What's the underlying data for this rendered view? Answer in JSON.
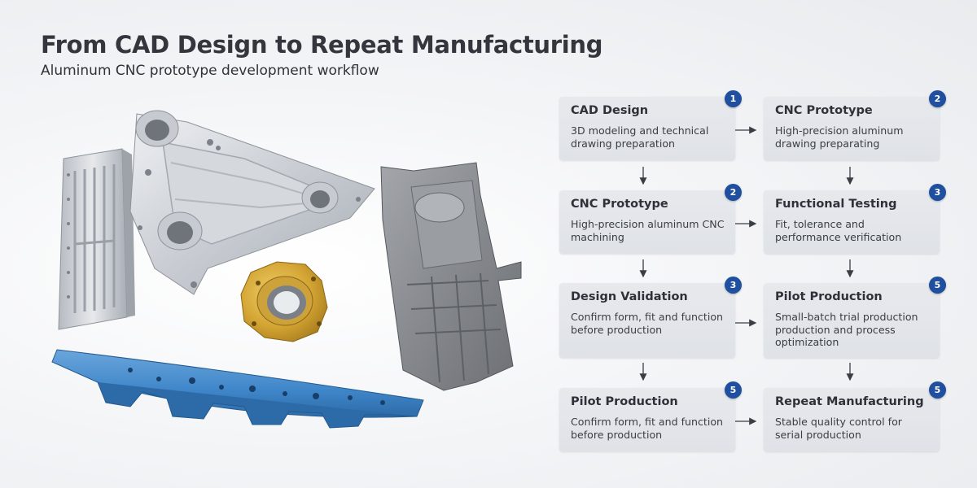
{
  "header": {
    "title": "From CAD Design to Repeat Manufacturing",
    "subtitle": "Aluminum CNC prototype development workflow"
  },
  "workflow": {
    "cards": [
      {
        "step": "1",
        "title": "CAD Design",
        "description": "3D modeling and technical drawing preparation"
      },
      {
        "step": "2",
        "title": "CNC Prototype",
        "description": "High-precision aluminum drawing preparating"
      },
      {
        "step": "2",
        "title": "CNC Prototype",
        "description": "High-precision aluminum CNC machining"
      },
      {
        "step": "3",
        "title": "Functional Testing",
        "description": "Fit, tolerance and performance verification"
      },
      {
        "step": "3",
        "title": "Design Validation",
        "description": "Confirm form, fit and function before production"
      },
      {
        "step": "5",
        "title": "Pilot Production",
        "description": "Small-batch trial production production and process optimization"
      },
      {
        "step": "5",
        "title": "Pilot Production",
        "description": "Confirm form, fit and function before production"
      },
      {
        "step": "5",
        "title": "Repeat Manufacturing",
        "description": "Stable quality control for serial production"
      }
    ]
  },
  "photo": {
    "parts": [
      "ribbed aluminum housing",
      "aluminum triangular bracket",
      "gold anodized flange ring",
      "blue anodized curved bar",
      "gray cast aluminum housing"
    ]
  },
  "colors": {
    "badge": "#1f4f9e",
    "card": "#e2e5e9",
    "arrow": "#3a3d43",
    "anodized_blue": "#3f86c9",
    "anodized_gold": "#c99a2a"
  }
}
